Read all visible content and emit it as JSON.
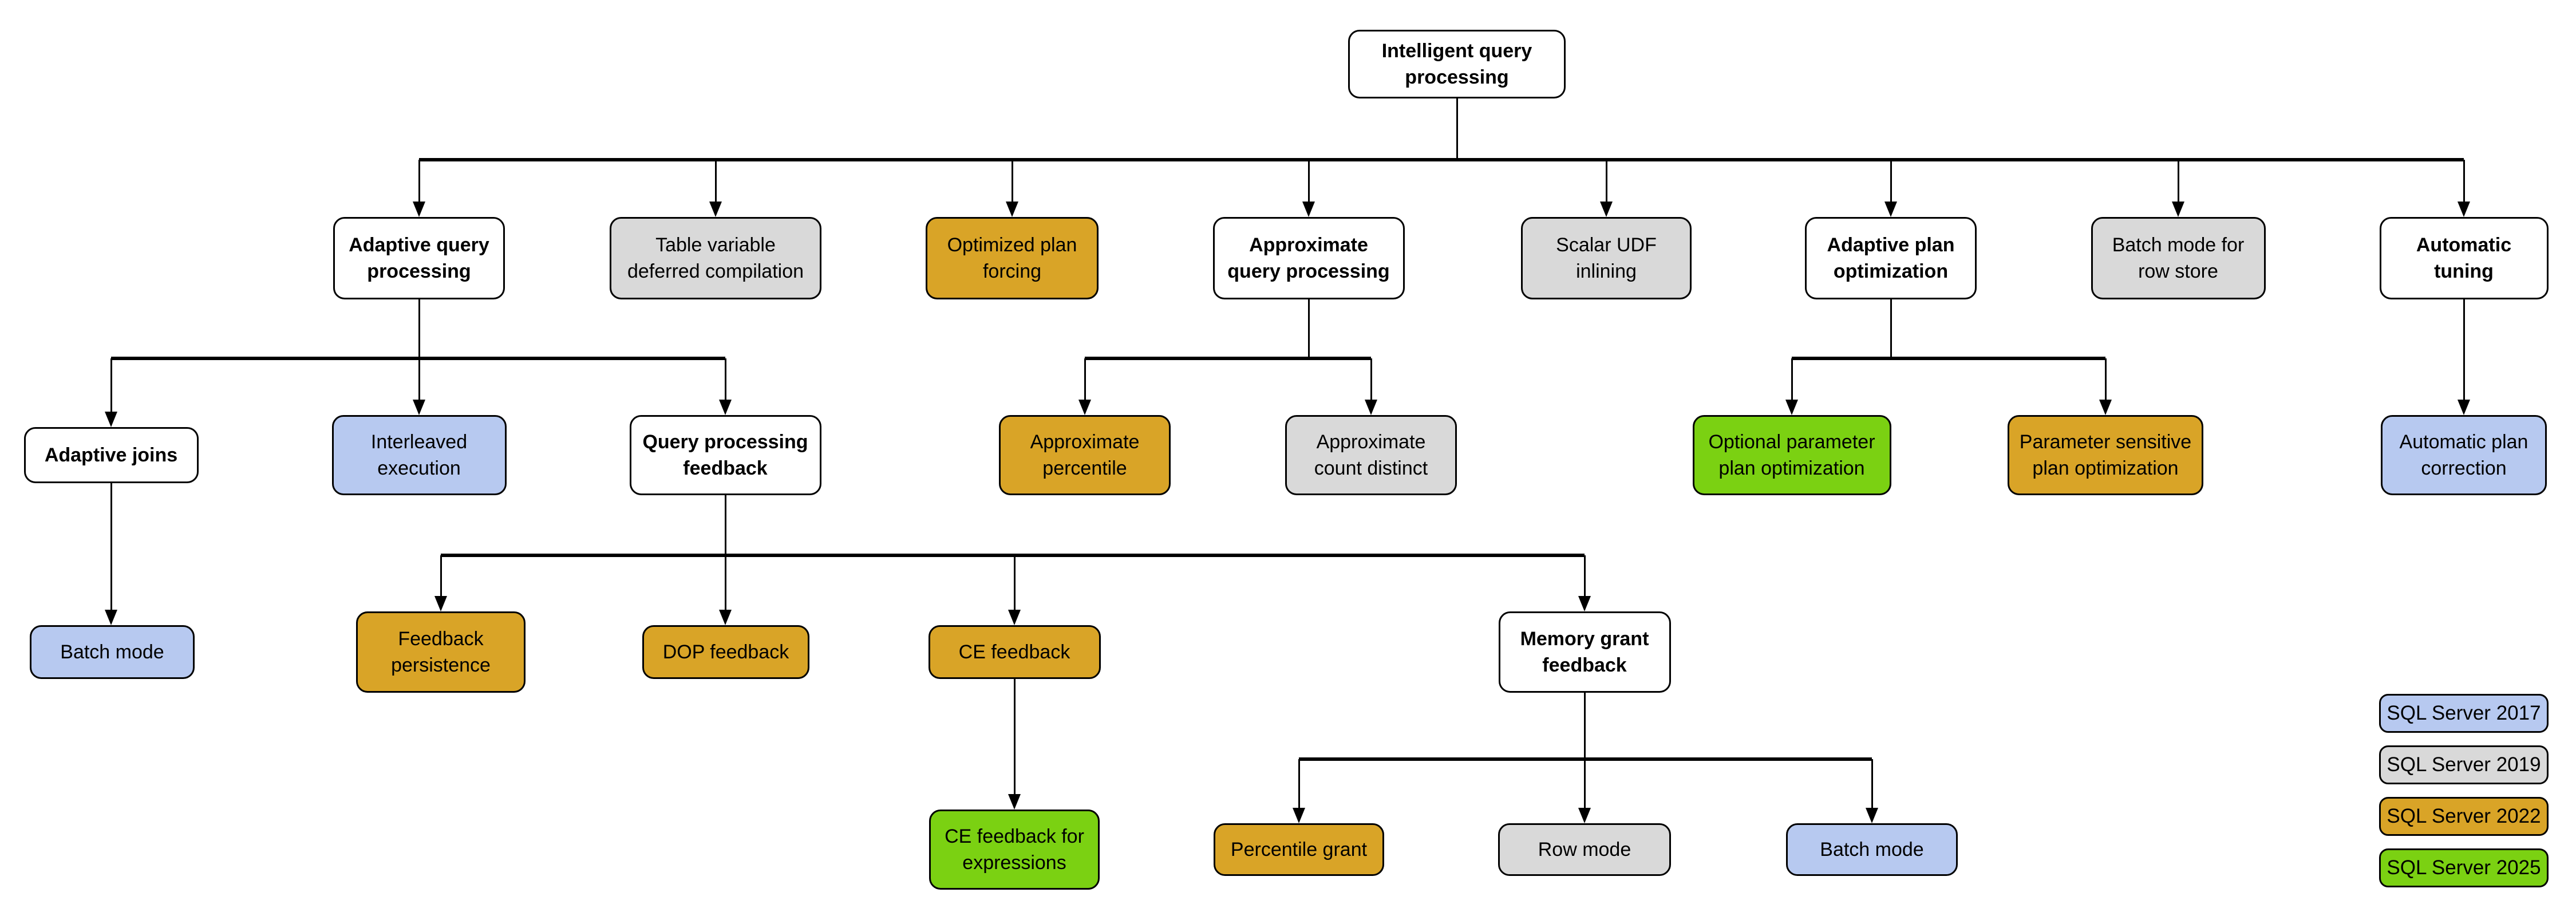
{
  "diagram_title": "Intelligent query processing",
  "palette": {
    "base": "#FFFFFF",
    "sql2017": "#B7C9F0",
    "sql2019": "#D9D9D9",
    "sql2022": "#D9A427",
    "sql2025": "#7BD112",
    "line": "#000000"
  },
  "nodes": [
    {
      "id": "root",
      "label": "Intelligent query processing",
      "version": "base",
      "parent": null
    },
    {
      "id": "aqp",
      "label": "Adaptive query processing",
      "version": "base",
      "parent": "root"
    },
    {
      "id": "tvdc",
      "label": "Table variable deferred compilation",
      "version": "sql2019",
      "parent": "root"
    },
    {
      "id": "opf",
      "label": "Optimized plan forcing",
      "version": "sql2022",
      "parent": "root"
    },
    {
      "id": "approx",
      "label": "Approximate query processing",
      "version": "base",
      "parent": "root"
    },
    {
      "id": "udf",
      "label": "Scalar UDF inlining",
      "version": "sql2019",
      "parent": "root"
    },
    {
      "id": "apo",
      "label": "Adaptive plan optimization",
      "version": "base",
      "parent": "root"
    },
    {
      "id": "bmrs",
      "label": "Batch mode for row store",
      "version": "sql2019",
      "parent": "root"
    },
    {
      "id": "autotune",
      "label": "Automatic tuning",
      "version": "base",
      "parent": "root"
    },
    {
      "id": "ajoins",
      "label": "Adaptive joins",
      "version": "base",
      "parent": "aqp"
    },
    {
      "id": "interleaved",
      "label": "Interleaved execution",
      "version": "sql2017",
      "parent": "aqp"
    },
    {
      "id": "qpf",
      "label": "Query processing feedback",
      "version": "base",
      "parent": "aqp"
    },
    {
      "id": "apct",
      "label": "Approximate percentile",
      "version": "sql2022",
      "parent": "approx"
    },
    {
      "id": "acd",
      "label": "Approximate count distinct",
      "version": "sql2019",
      "parent": "approx"
    },
    {
      "id": "oppo",
      "label": "Optional parameter plan optimization",
      "version": "sql2025",
      "parent": "apo"
    },
    {
      "id": "pspo",
      "label": "Parameter sensitive plan optimization",
      "version": "sql2022",
      "parent": "apo"
    },
    {
      "id": "apc",
      "label": "Automatic plan correction",
      "version": "sql2017",
      "parent": "autotune"
    },
    {
      "id": "batch1",
      "label": "Batch mode",
      "version": "sql2017",
      "parent": "ajoins"
    },
    {
      "id": "fbp",
      "label": "Feedback persistence",
      "version": "sql2022",
      "parent": "qpf"
    },
    {
      "id": "dop",
      "label": "DOP feedback",
      "version": "sql2022",
      "parent": "qpf"
    },
    {
      "id": "cef",
      "label": "CE feedback",
      "version": "sql2022",
      "parent": "qpf"
    },
    {
      "id": "mgf",
      "label": "Memory grant feedback",
      "version": "base",
      "parent": "qpf"
    },
    {
      "id": "cefe",
      "label": "CE feedback for expressions",
      "version": "sql2025",
      "parent": "cef"
    },
    {
      "id": "pgrant",
      "label": "Percentile grant",
      "version": "sql2022",
      "parent": "mgf"
    },
    {
      "id": "rowmode",
      "label": "Row mode",
      "version": "sql2019",
      "parent": "mgf"
    },
    {
      "id": "batch2",
      "label": "Batch mode",
      "version": "sql2017",
      "parent": "mgf"
    }
  ],
  "legend": {
    "items": [
      {
        "label": "SQL Server 2017",
        "version": "sql2017"
      },
      {
        "label": "SQL Server 2019",
        "version": "sql2019"
      },
      {
        "label": "SQL Server 2022",
        "version": "sql2022"
      },
      {
        "label": "SQL Server 2025",
        "version": "sql2025"
      }
    ]
  }
}
